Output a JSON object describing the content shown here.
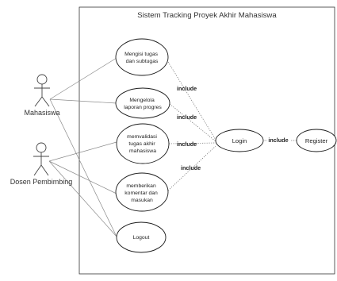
{
  "system": {
    "title": "Sistem Tracking Proyek Akhir Mahasiswa"
  },
  "actors": {
    "mahasiswa": {
      "name": "Mahasiswa"
    },
    "dosen": {
      "name": "Dosen Pembimbing"
    }
  },
  "use_cases": {
    "mengisi_tugas": {
      "lines": [
        "Mengisi tugas",
        "dan subtugas"
      ]
    },
    "mengelola_laporan": {
      "lines": [
        "Mengelola",
        "laporan progres"
      ]
    },
    "memvalidasi": {
      "lines": [
        "memvalidasi",
        "tugas akhir",
        "mahasiswa"
      ]
    },
    "memberikan_komentar": {
      "lines": [
        "memberikan",
        "komentar dan",
        "masukan"
      ]
    },
    "logout": {
      "lines": [
        "Logout"
      ]
    },
    "login": {
      "lines": [
        "Login"
      ]
    },
    "register": {
      "lines": [
        "Register"
      ]
    }
  },
  "relations": {
    "include_1": "include",
    "include_2": "include",
    "include_3": "include",
    "include_4": "include",
    "include_login_register": "include"
  },
  "colors": {
    "line": "#8a8a8a",
    "border": "#333333",
    "ellipse": "#1a1a1a"
  }
}
